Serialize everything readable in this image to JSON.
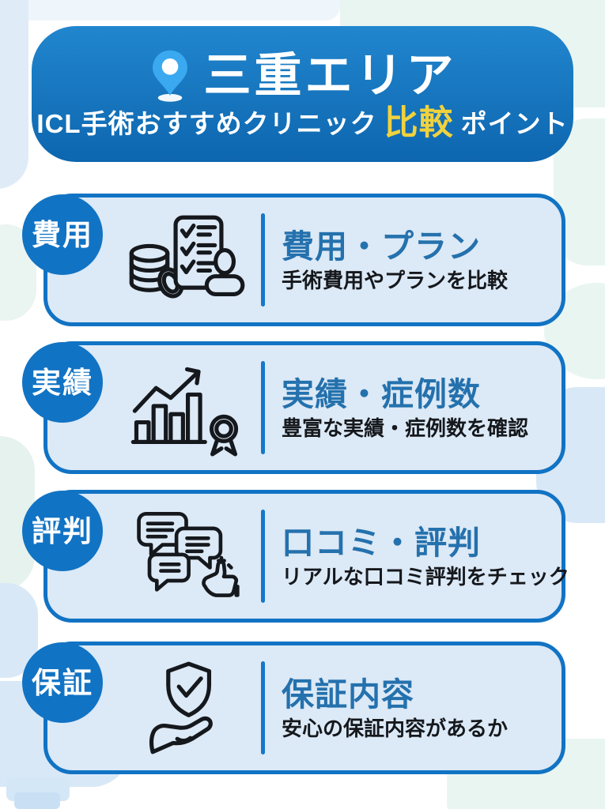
{
  "header": {
    "pin_icon": "location-pin-icon",
    "title": "三重エリア",
    "subtitle_prefix": "ICL手術おすすめクリニック",
    "subtitle_highlight": "比較",
    "subtitle_suffix": "ポイント"
  },
  "cards": [
    {
      "badge": "費用",
      "title": "費用・プラン",
      "description": "手術費用やプランを比較",
      "icon": "coins-checklist-person-icon"
    },
    {
      "badge": "実績",
      "title": "実績・症例数",
      "description": "豊富な実績・症例数を確認",
      "icon": "bar-chart-award-icon"
    },
    {
      "badge": "評判",
      "title": "口コミ・評判",
      "description": "リアルな口コミ評判をチェック",
      "icon": "speech-bubbles-thumbs-up-icon"
    },
    {
      "badge": "保証",
      "title": "保証内容",
      "description": "安心の保証内容があるか",
      "icon": "hand-shield-check-icon"
    }
  ],
  "colors": {
    "accent_blue": "#1173c4",
    "banner_gradient_top": "#2186ce",
    "banner_gradient_bottom": "#0d66af",
    "card_background": "#dce9f6",
    "card_title_blue": "#2471ad",
    "highlight_yellow": "#f0d23e",
    "pin_blue": "#3aa9ef",
    "text_dark": "#15181c",
    "background_mint": "#e9f5f1",
    "background_lightblue": "#d9e8f7"
  }
}
